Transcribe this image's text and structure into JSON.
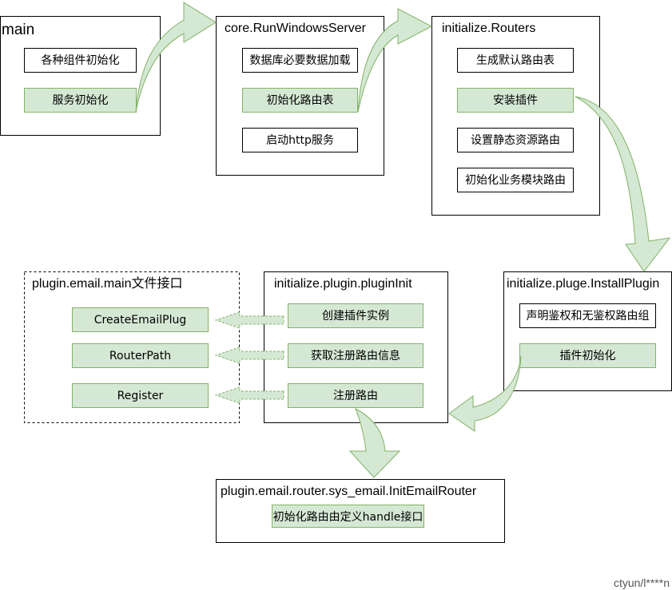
{
  "colors": {
    "fill_green": "#d5e8d4",
    "stroke_green": "#82b366",
    "stroke_dark": "#000000"
  },
  "frames": {
    "main": {
      "title": "main",
      "items": [
        "各种组件初始化",
        "服务初始化"
      ]
    },
    "server": {
      "title": "core.RunWindowsServer",
      "items": [
        "数据库必要数据加载",
        "初始化路由表",
        "启动http服务"
      ]
    },
    "routers": {
      "title": "initialize.Routers",
      "items": [
        "生成默认路由表",
        "安装插件",
        "设置静态资源路由",
        "初始化业务模块路由"
      ]
    },
    "install": {
      "title": "initialize.pluge.InstallPlugin",
      "items": [
        "声明鉴权和无鉴权路由组",
        "插件初始化"
      ]
    },
    "plugininit": {
      "title": "initialize.plugin.pluginInit",
      "items": [
        "创建插件实例",
        "获取注册路由信息",
        "注册路由"
      ]
    },
    "emailmain": {
      "title": "plugin.email.main文件接口",
      "items": [
        "CreateEmailPlug",
        "RouterPath",
        "Register"
      ]
    },
    "emailrouter": {
      "title": "plugin.email.router.sys_email.InitEmailRouter",
      "items": [
        "初始化路由由定义handle接口"
      ]
    }
  },
  "watermark": "ctyun/l****n"
}
